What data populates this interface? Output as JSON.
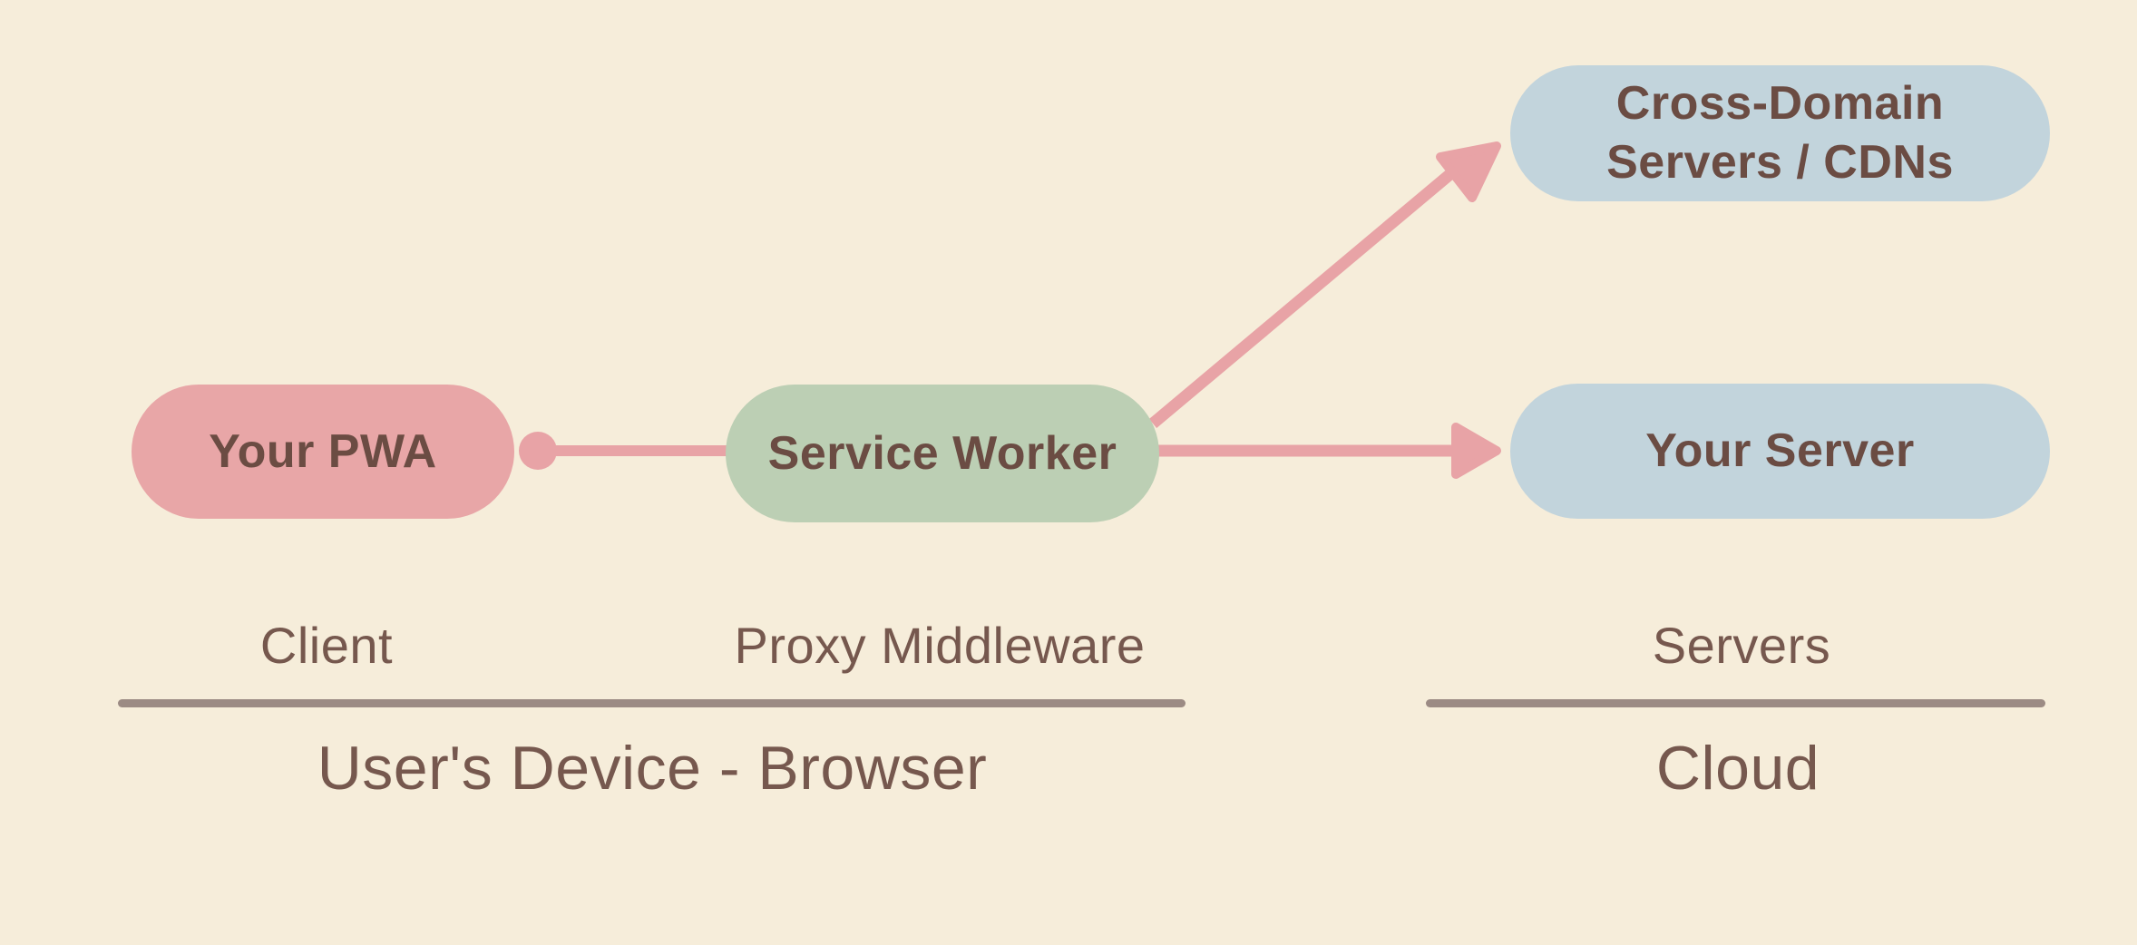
{
  "colors": {
    "bg": "#f6edda",
    "pink": "#e8a6a7",
    "arrow": "#e8a3a6",
    "green": "#bccfb4",
    "blue": "#c2d4dc",
    "ink": "#6b4c43",
    "label": "#76584e",
    "divider": "#9c8b84"
  },
  "nodes": {
    "your_pwa": {
      "label": "Your PWA"
    },
    "service_worker": {
      "label": "Service Worker"
    },
    "cross_domain": {
      "label": "Cross-Domain Servers / CDNs",
      "line1": "Cross-Domain",
      "line2": "Servers / CDNs"
    },
    "your_server": {
      "label": "Your Server"
    }
  },
  "edges": [
    {
      "from": "your_pwa",
      "to": "service_worker",
      "style": "dot-start-line"
    },
    {
      "from": "service_worker",
      "to": "cross_domain",
      "style": "arrow"
    },
    {
      "from": "service_worker",
      "to": "your_server",
      "style": "arrow"
    }
  ],
  "categories": {
    "client": "Client",
    "proxy": "Proxy Middleware",
    "servers": "Servers"
  },
  "groups": {
    "device": "User's Device - Browser",
    "cloud": "Cloud"
  }
}
